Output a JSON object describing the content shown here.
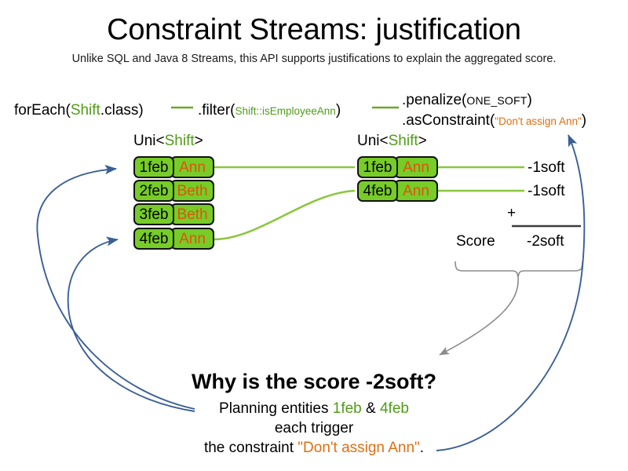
{
  "slide": {
    "title": "Constraint Streams: justification",
    "subtitle": "Unlike SQL and Java 8 Streams, this API supports justifications to explain the aggregated score."
  },
  "colors": {
    "pill_green": "#77cc28",
    "pill_border": "#111111",
    "name_orange": "#e0540c",
    "code_green": "#4f9c16",
    "string_orange": "#e06f10",
    "arrow_blue": "#3a5f96",
    "connector_green": "#8cc63f",
    "brace_gray": "#8a8a8a",
    "text_black": "#000000"
  },
  "pipeline": {
    "foreach": {
      "prefix": "forEach(",
      "type": "Shift",
      "suffix": ".class)"
    },
    "filter": {
      "prefix": ".filter(",
      "arg": "Shift::isEmployeeAnn",
      "suffix": ")"
    },
    "penalize": {
      "prefix": ".penalize(",
      "arg": "ONE_SOFT",
      "suffix": ")"
    },
    "as_constraint": {
      "prefix": ".asConstraint(",
      "arg": "\"Don't assign Ann\"",
      "suffix": ")"
    }
  },
  "streams": {
    "left": {
      "label_prefix": "Uni<",
      "label_type": "Shift",
      "label_suffix": ">",
      "rows": [
        {
          "date": "1feb",
          "name": "Ann"
        },
        {
          "date": "2feb",
          "name": "Beth"
        },
        {
          "date": "3feb",
          "name": "Beth"
        },
        {
          "date": "4feb",
          "name": "Ann"
        }
      ]
    },
    "right": {
      "label_prefix": "Uni<",
      "label_type": "Shift",
      "label_suffix": ">",
      "rows": [
        {
          "date": "1feb",
          "name": "Ann"
        },
        {
          "date": "4feb",
          "name": "Ann"
        }
      ]
    }
  },
  "score": {
    "penalties": [
      "-1soft",
      "-1soft"
    ],
    "operator": "+",
    "label": "Score",
    "total": "-2soft"
  },
  "explanation": {
    "heading": "Why is the score -2soft?",
    "line1_prefix": "Planning entities ",
    "line1_entity_a": "1feb",
    "line1_amp": " & ",
    "line1_entity_b": "4feb",
    "line2": "each trigger",
    "line3_prefix": "the constraint ",
    "line3_constraint": "\"Don't assign Ann\"",
    "line3_suffix": "."
  }
}
